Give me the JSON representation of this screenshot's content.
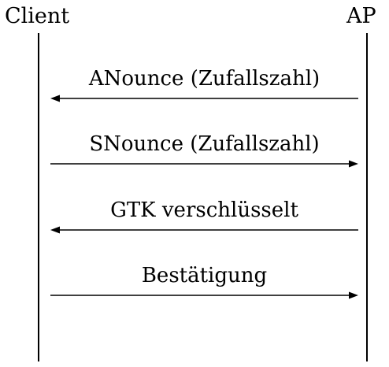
{
  "participants": {
    "left": "Client",
    "right": "AP"
  },
  "messages": [
    {
      "label": "ANounce (Zufallszahl)",
      "direction": "right-to-left"
    },
    {
      "label": "SNounce (Zufallszahl)",
      "direction": "left-to-right"
    },
    {
      "label": "GTK verschlüsselt",
      "direction": "right-to-left"
    },
    {
      "label": "Bestätigung",
      "direction": "left-to-right"
    }
  ]
}
